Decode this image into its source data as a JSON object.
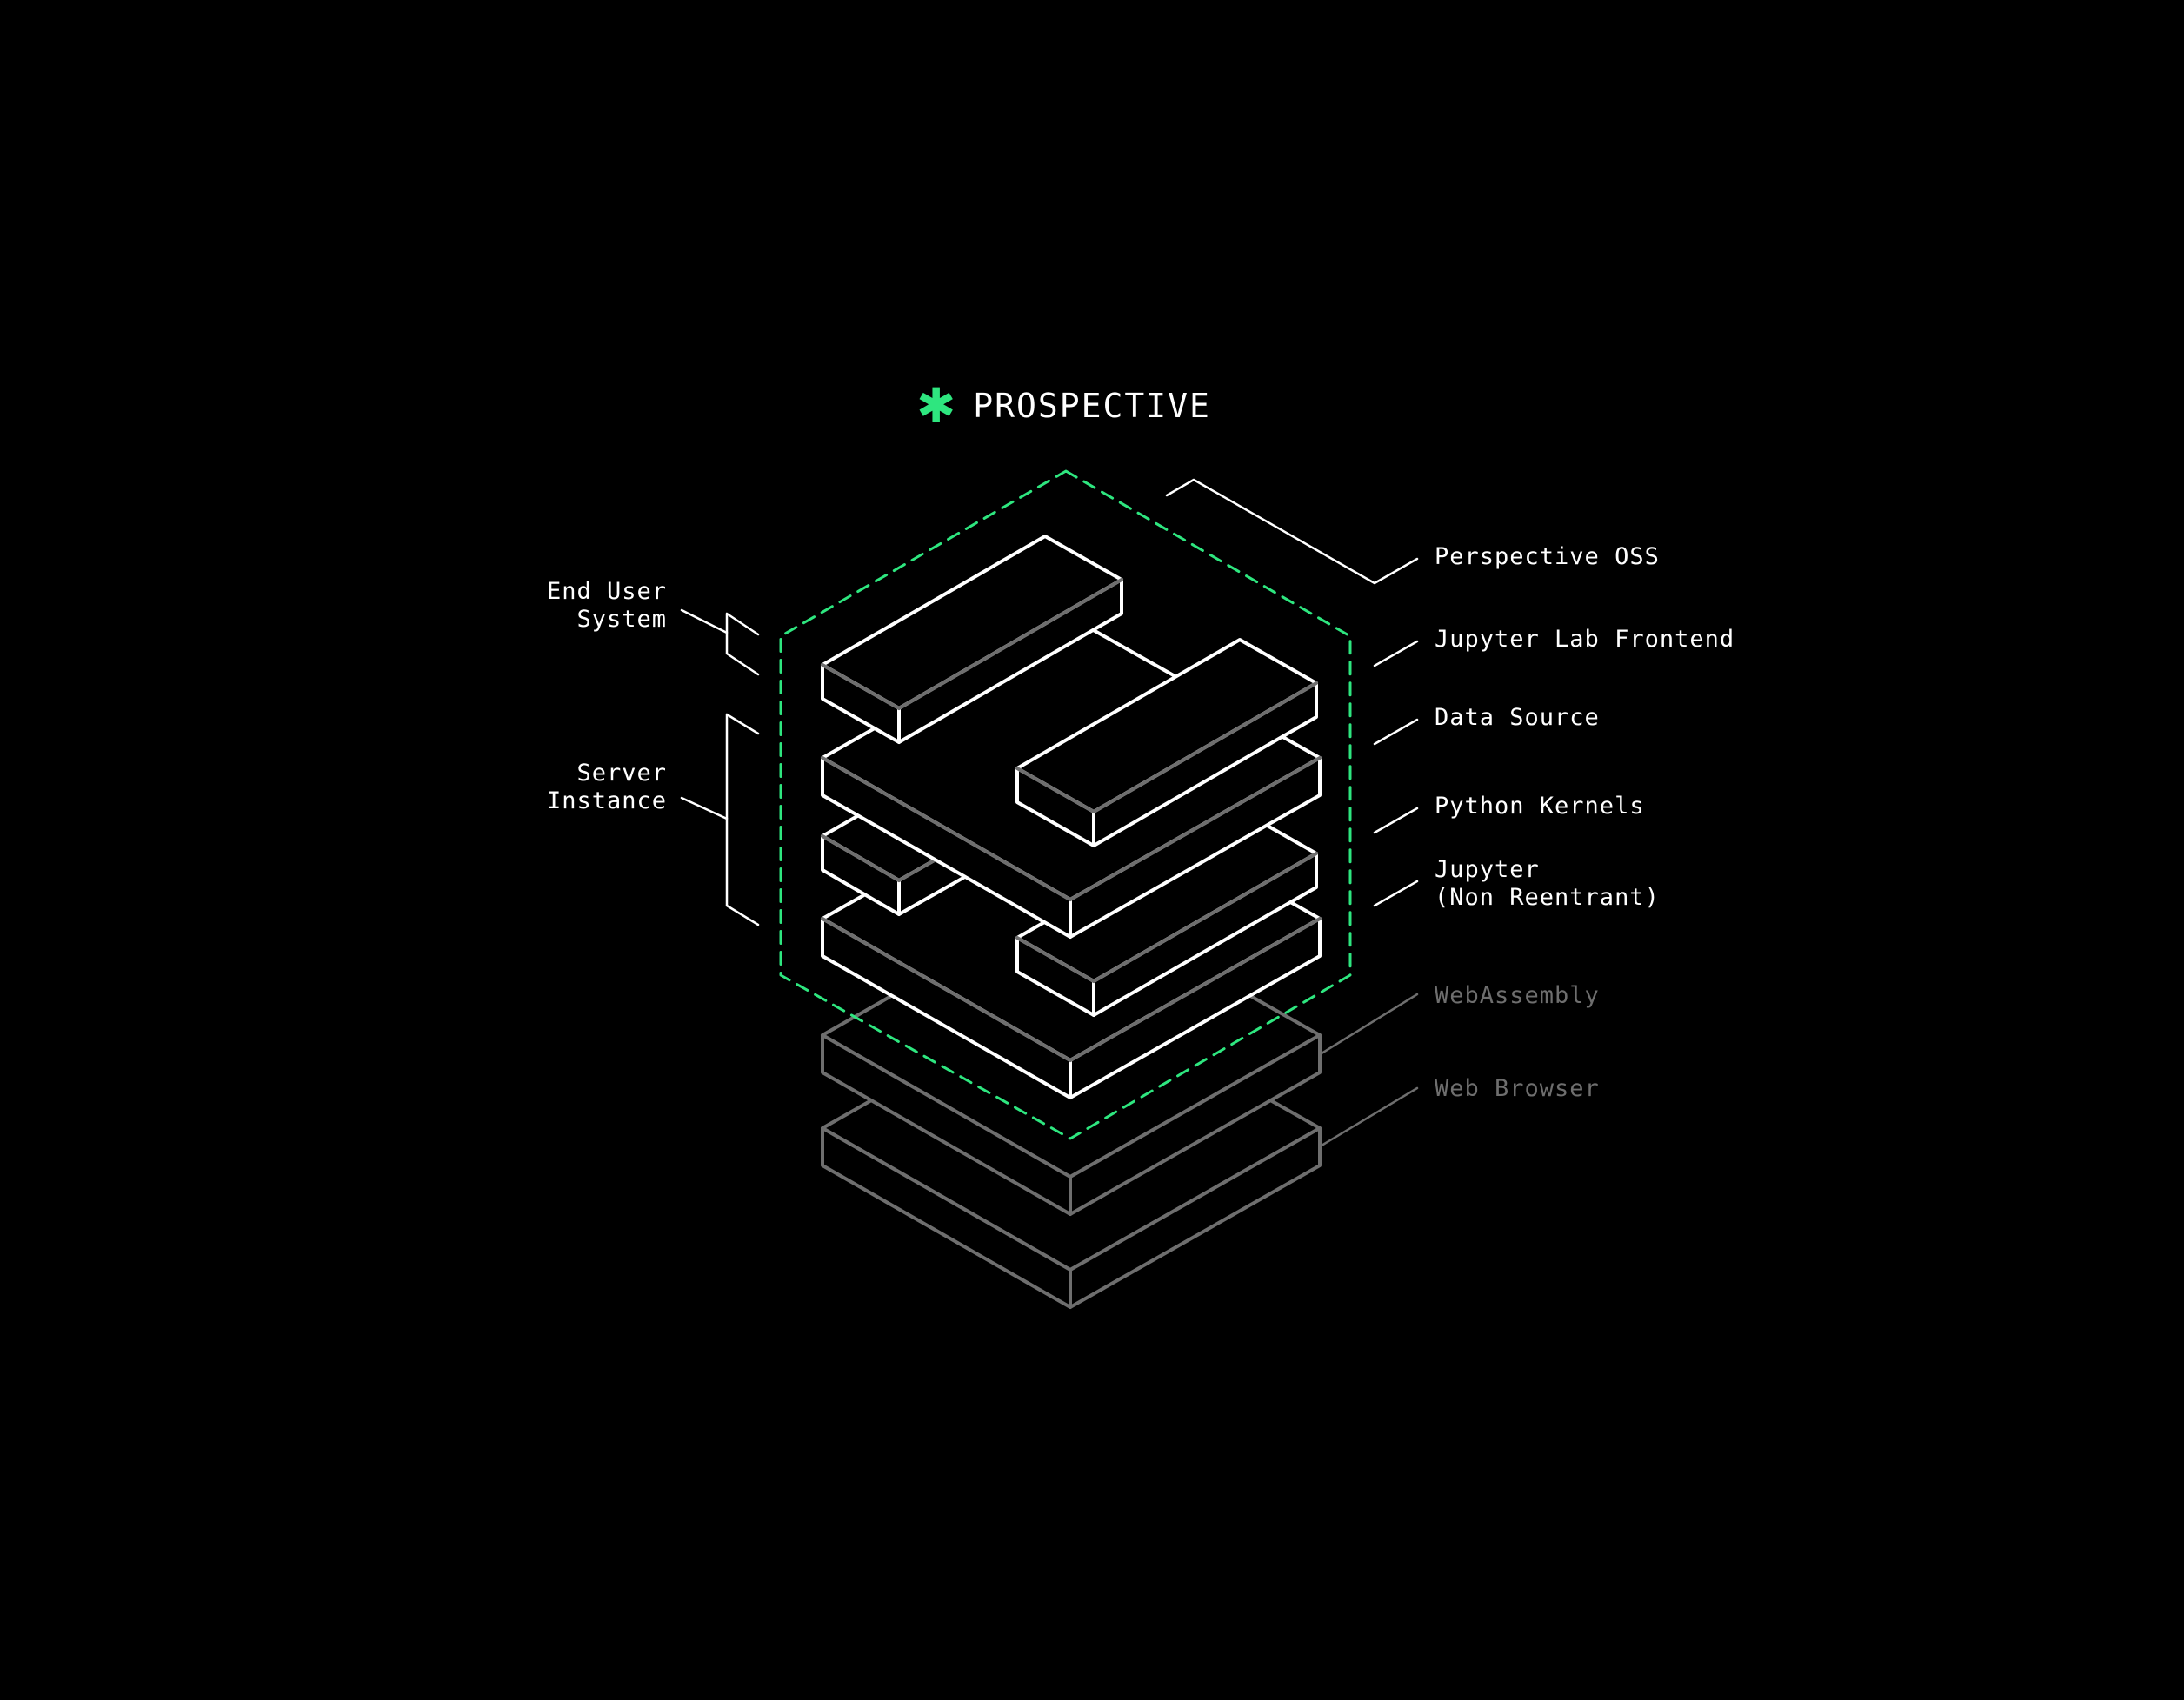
{
  "brand": {
    "icon": "asterisk-icon",
    "accent_color": "#2ee67f",
    "name": "PROSPECTIVE"
  },
  "labels_left": {
    "end_user_system": "End User\nSystem",
    "server_instance": "Server\nInstance"
  },
  "labels_right": {
    "perspective_oss": "Perspective OSS",
    "jupyter_lab_frontend": "Jupyter Lab Frontend",
    "data_source": "Data Source",
    "python_kernels": "Python Kernels",
    "jupyter_non_reentrant": "Jupyter\n(Non Reentrant)",
    "webassembly": "WebAssembly",
    "web_browser": "Web Browser"
  },
  "colors": {
    "background": "#000000",
    "primary_stroke": "#ffffff",
    "muted_stroke": "#6e6e6e",
    "dashed_boundary": "#2ee67f"
  }
}
